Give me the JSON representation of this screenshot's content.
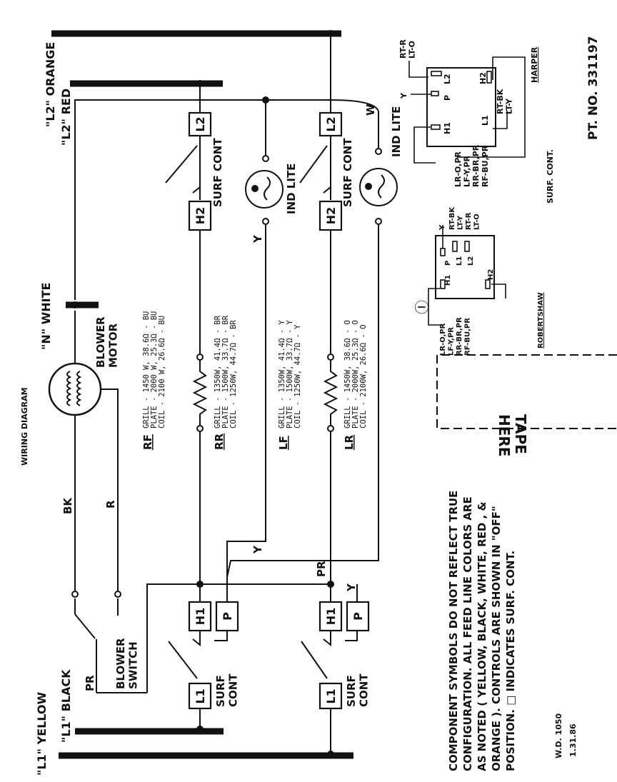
{
  "diagram_title": "WIRING DIAGRAM",
  "part_number": "PT. NO. 331197",
  "drawing_number": "W.D. 1050",
  "drawing_date": "1.31.86",
  "feed_lines": {
    "l2_orange": "\"L2\" ORANGE",
    "l2_red": "\"L2\" RED",
    "n_white": "\"N\" WHITE",
    "l1_yellow": "\"L1\" YELLOW",
    "l1_black": "\"L1\" BLACK"
  },
  "wire_labels": {
    "bk": "BK",
    "r": "R",
    "y": "Y",
    "w": "W",
    "pr": "PR"
  },
  "components": {
    "blower_motor": "BLOWER\nMOTOR",
    "blower_switch": "BLOWER\nSWITCH",
    "surf_cont": "SURF CONT",
    "surf_cont_stacked": "SURF\nCONT",
    "ind_lite": "IND LITE",
    "terminal_l1": "L1",
    "terminal_l2": "L2",
    "terminal_h1": "H1",
    "terminal_h2": "H2",
    "terminal_p": "P"
  },
  "elements": [
    {
      "code": "RF",
      "lines": [
        "GRILL - 1450 W, 38.6Ω - BU",
        "PLATE - 2000 W, 25.3Ω - BU",
        "COIL - 2100 W, 26.6Ω - BU"
      ]
    },
    {
      "code": "RR",
      "lines": [
        "GRILL - 1350W, 41.4Ω - BR",
        "PLATE - 1500W, 33.7Ω - BR",
        "COIL - 1250W, 44.7Ω - BR"
      ]
    },
    {
      "code": "LF",
      "lines": [
        "GRILL - 1350W, 41.4Ω - Y",
        "PLATE - 1500W, 33.7Ω - Y",
        "COIL - 1250W, 44.7Ω - Y"
      ]
    },
    {
      "code": "LR",
      "lines": [
        "GRILL - 1450W, 38.6Ω - O",
        "PLATE - 2000W, 25.3Ω - O",
        "COIL - 2100W, 26.6Ω - O"
      ]
    }
  ],
  "harper": {
    "title": "HARPER",
    "caption": "SURF. CONT.",
    "top": "RT-R\nLT-O",
    "right": "RT-BK\nLT-Y",
    "bottom": "LR-O,PR\nLF-Y,PR\nRR-BR,PR\nRF-BU,PR",
    "y": "Y",
    "terms": [
      "P",
      "L2",
      "H2",
      "H1",
      "L1"
    ]
  },
  "robertshaw": {
    "title": "ROBERTSHAW",
    "symbol": "Ⓘ",
    "top": "RT-BK\nLT-Y\nRT-R\nLT-O",
    "y": "Y",
    "bottom": "LR-O,PR\nLF-Y,PR\nRR-BR,PR\nRF-BU,PR",
    "terms": [
      "P",
      "L1",
      "L2",
      "H1",
      "H2"
    ]
  },
  "tape_label": "TAPE\nHERE",
  "note_lines": [
    "COMPONENT SYMBOLS DO NOT REFLECT TRUE",
    "CONFIGURATION.  ALL FEED LINE COLORS ARE",
    "AS NOTED ( YELLOW, BLACK, WHITE, RED , &",
    "ORANGE ).   CONTROLS ARE SHOWN IN \"OFF\"",
    "POSITION.  □  INDICATES  SURF. CONT."
  ]
}
